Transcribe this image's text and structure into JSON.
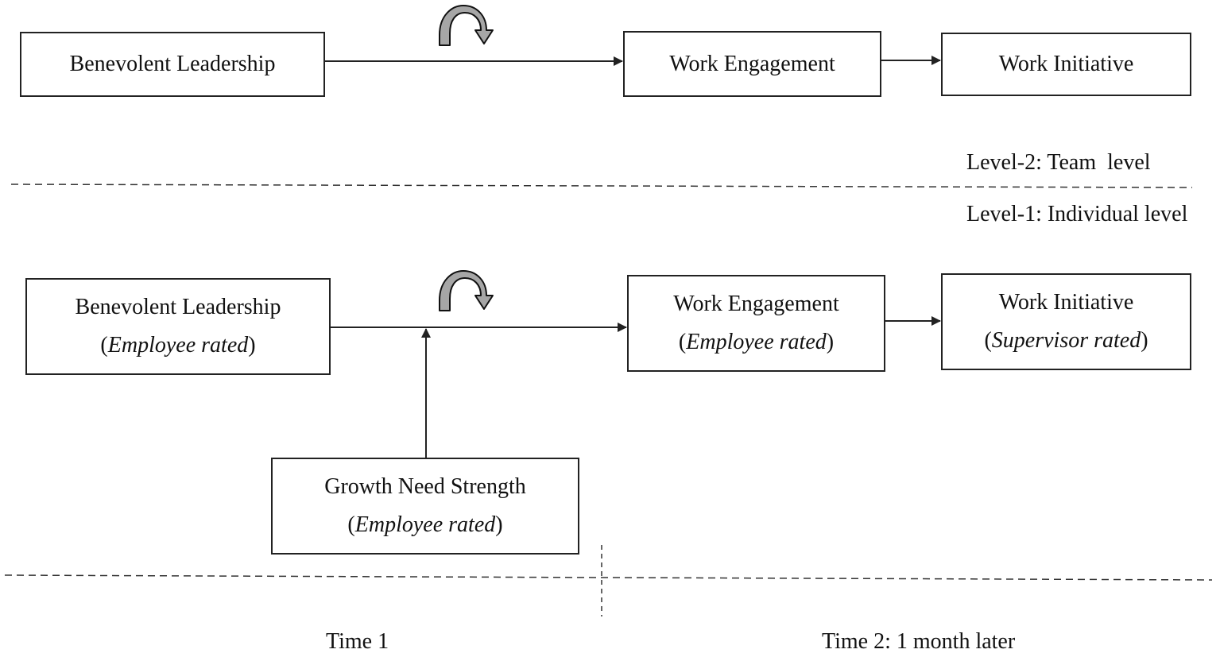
{
  "team_level": {
    "predictor": "Benevolent Leadership",
    "mediator": "Work Engagement",
    "outcome": "Work Initiative"
  },
  "individual_level": {
    "predictor": {
      "title": "Benevolent Leadership",
      "rater": "Employee rated"
    },
    "mediator": {
      "title": "Work Engagement",
      "rater": "Employee rated"
    },
    "outcome": {
      "title": "Work Initiative",
      "rater": "Supervisor rated"
    },
    "moderator": {
      "title": "Growth Need Strength",
      "rater": "Employee rated"
    }
  },
  "level_labels": {
    "level2": "Level-2: Team  level",
    "level1": "Level-1: Individual level"
  },
  "time_labels": {
    "time1": "Time 1",
    "time2": "Time 2: 1 month later"
  },
  "colors": {
    "stroke": "#222222",
    "curved_arrow_fill": "#a6a6a6"
  },
  "icons": {
    "cross_level_arrow": "curved-arrow-icon"
  }
}
